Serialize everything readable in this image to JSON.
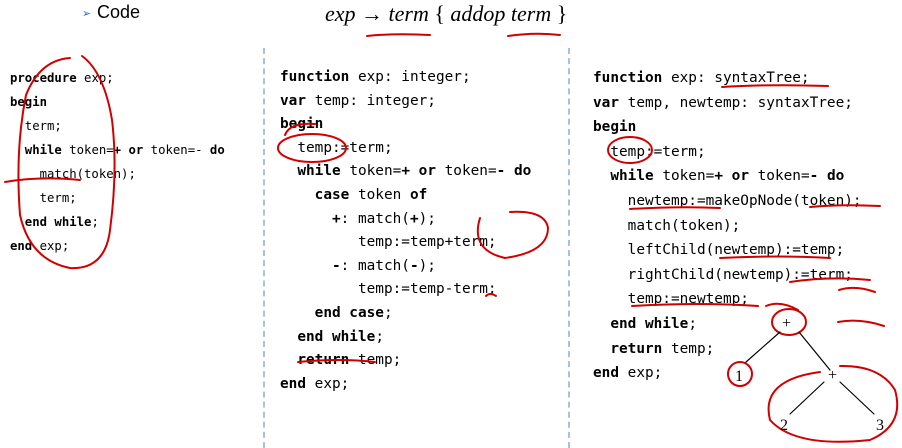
{
  "header": {
    "bullet": "➢",
    "label": "Code",
    "grammar": {
      "lhs": "exp",
      "arrow": "→",
      "t1": "term",
      "open": "{",
      "op": "addop",
      "t2": "term",
      "close": "}"
    }
  },
  "col1": [
    [
      "procedure",
      " exp;"
    ],
    [
      "begin",
      ""
    ],
    [
      "",
      "  term;"
    ],
    [
      "  while",
      " token=",
      "+",
      " ",
      "or",
      " token=-",
      " do"
    ],
    [
      "",
      "    match(token);"
    ],
    [
      "",
      "    term;"
    ],
    [
      "  end while",
      ";"
    ],
    [
      "end",
      " exp;"
    ]
  ],
  "col2": [
    [
      "function",
      " exp: integer;"
    ],
    [
      "var",
      " temp: integer;"
    ],
    [
      "begin",
      ""
    ],
    [
      "",
      "  temp:=term;"
    ],
    [
      "  while",
      " token=",
      "+",
      " ",
      "or",
      " token=",
      "-",
      " ",
      "do"
    ],
    [
      "    case",
      " token ",
      "of"
    ],
    [
      "",
      "      ",
      "+",
      ": match(",
      "+",
      ");"
    ],
    [
      "",
      "         temp:=temp+term;"
    ],
    [
      "",
      "      ",
      "-",
      ": match(",
      "-",
      ");"
    ],
    [
      "",
      "         temp:=temp-term;"
    ],
    [
      "    end case",
      ";"
    ],
    [
      "  end while",
      ";"
    ],
    [
      "  return",
      " temp;"
    ],
    [
      "end",
      " exp;"
    ]
  ],
  "col3": [
    [
      "function",
      " exp: syntaxTree;"
    ],
    [
      "var",
      " temp, newtemp: syntaxTree;"
    ],
    [
      "begin",
      ""
    ],
    [
      "",
      "  temp:=term;"
    ],
    [
      "  while",
      " token=",
      "+",
      " ",
      "or",
      " token=",
      "-",
      " ",
      "do"
    ],
    [
      "",
      "    newtemp:=makeOpNode(token);"
    ],
    [
      "",
      "    match(token);"
    ],
    [
      "",
      "    leftChild(newtemp):=temp;"
    ],
    [
      "",
      "    rightChild(newtemp):=term;"
    ],
    [
      "",
      "    temp:=newtemp;"
    ],
    [
      "  end while",
      ";"
    ],
    [
      "  return",
      " temp;"
    ],
    [
      "end",
      " exp;"
    ]
  ],
  "tree": {
    "root": "+",
    "left": "1",
    "mid": "+",
    "n2": "2",
    "n3": "3"
  },
  "colors": {
    "ink": "#d10000",
    "divider": "#a9c2d8",
    "bullet": "#2f6fa8"
  }
}
